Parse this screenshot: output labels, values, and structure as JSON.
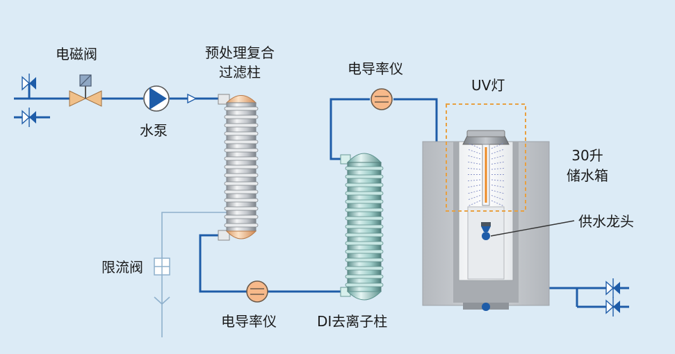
{
  "labels": {
    "solenoid_valve": "电磁阀",
    "pump": "水泵",
    "pretreat_line1": "预处理复合",
    "pretreat_line2": "过滤柱",
    "conductivity_top": "电导率仪",
    "uv_lamp": "UV灯",
    "tank_line1": "30升",
    "tank_line2": "储水箱",
    "faucet": "供水龙头",
    "flow_limit_valve": "限流阀",
    "conductivity_bottom": "电导率仪",
    "di_column": "DI去离子柱"
  },
  "colors": {
    "background": "#dcebf6",
    "pipe": "#1e5ca8",
    "drain_pipe": "#8eb0cc",
    "valve": "#1e5ca8",
    "solenoid_body": "#f0c08a",
    "meter_fill": "#f7b98a",
    "uv_frame": "#e8a040",
    "tank": "#c4c7cb",
    "pretreat_column": "#d6d9dd",
    "di_column": "#a8d4cf"
  }
}
